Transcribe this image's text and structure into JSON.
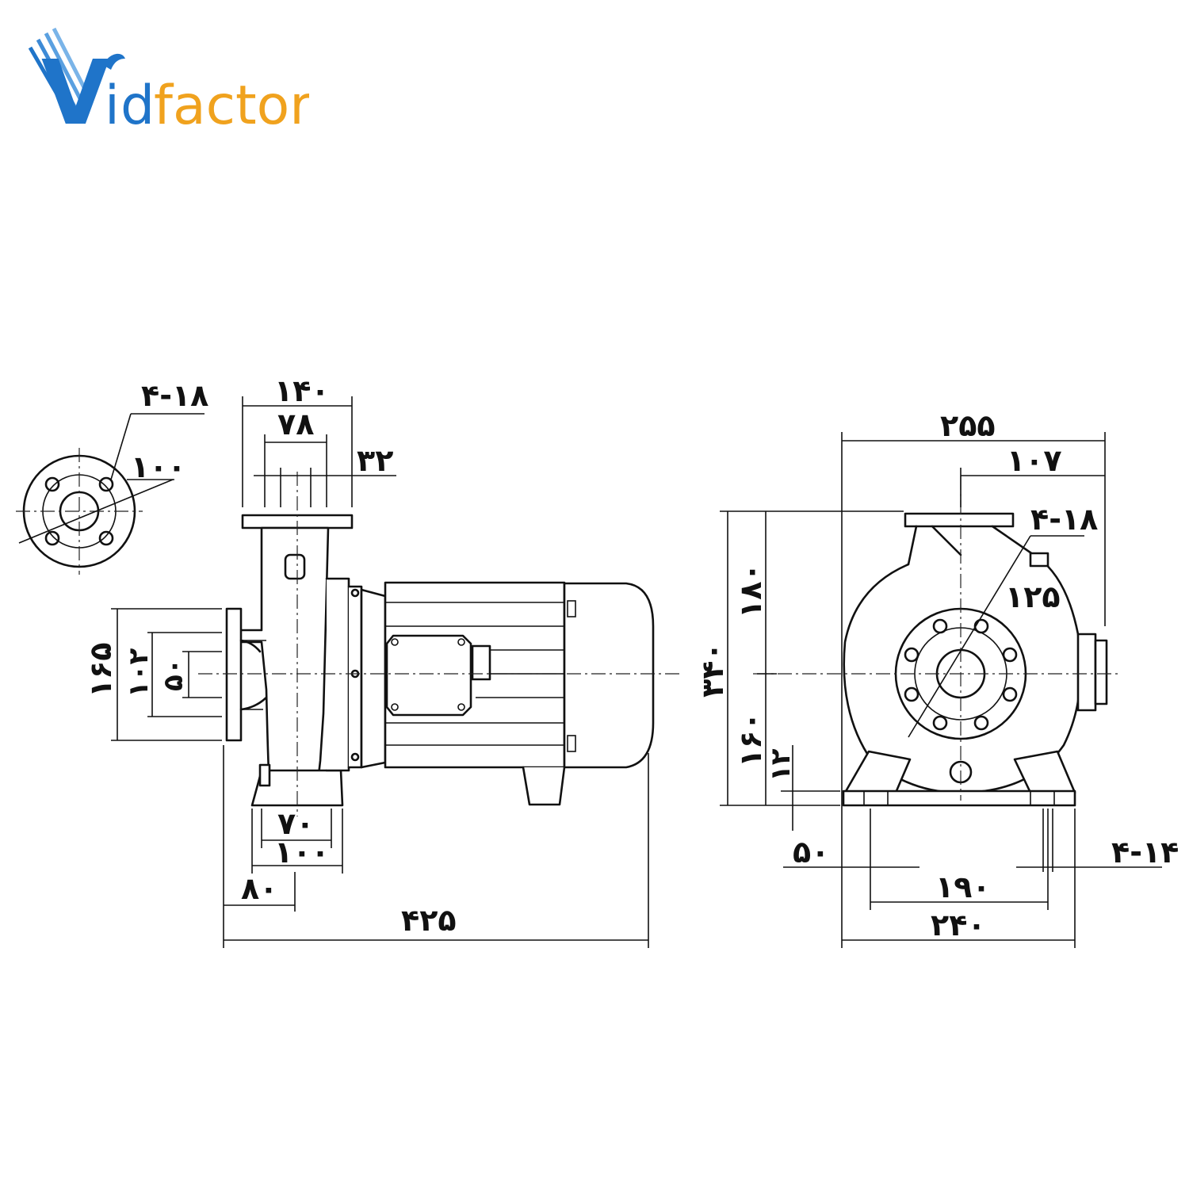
{
  "brand": {
    "logo_initial": "V",
    "logo_i": "i",
    "logo_d": "d",
    "logo_rest": "factor",
    "color_blue": "#1f74c9",
    "color_orange": "#f0a21e"
  },
  "dimensions": {
    "flange_holes": "۴-۱۸",
    "flange_pcd": "۱۰۰",
    "outlet_width": "۱۴۰",
    "outlet_inner": "۷۸",
    "outlet_offset": "۳۲",
    "inlet_flange": "۱۶۵",
    "inlet_pcd": "۱۰۲",
    "inlet_bore": "۵۰",
    "foot_inner": "۷۰",
    "foot_outer": "۱۰۰",
    "foot_offset": "۸۰",
    "total_length": "۴۲۵",
    "total_width": "۲۵۵",
    "outlet_center": "۱۰۷",
    "front_holes": "۴-۱۸",
    "front_pcd": "۱۲۵",
    "total_height": "۳۴۰",
    "upper_height": "۱۸۰",
    "shaft_height": "۱۶۰",
    "base_thickness": "۱۲",
    "base_offset": "۵۰",
    "base_holes": "۴-۱۴",
    "base_inner": "۱۹۰",
    "base_outer": "۲۴۰"
  }
}
